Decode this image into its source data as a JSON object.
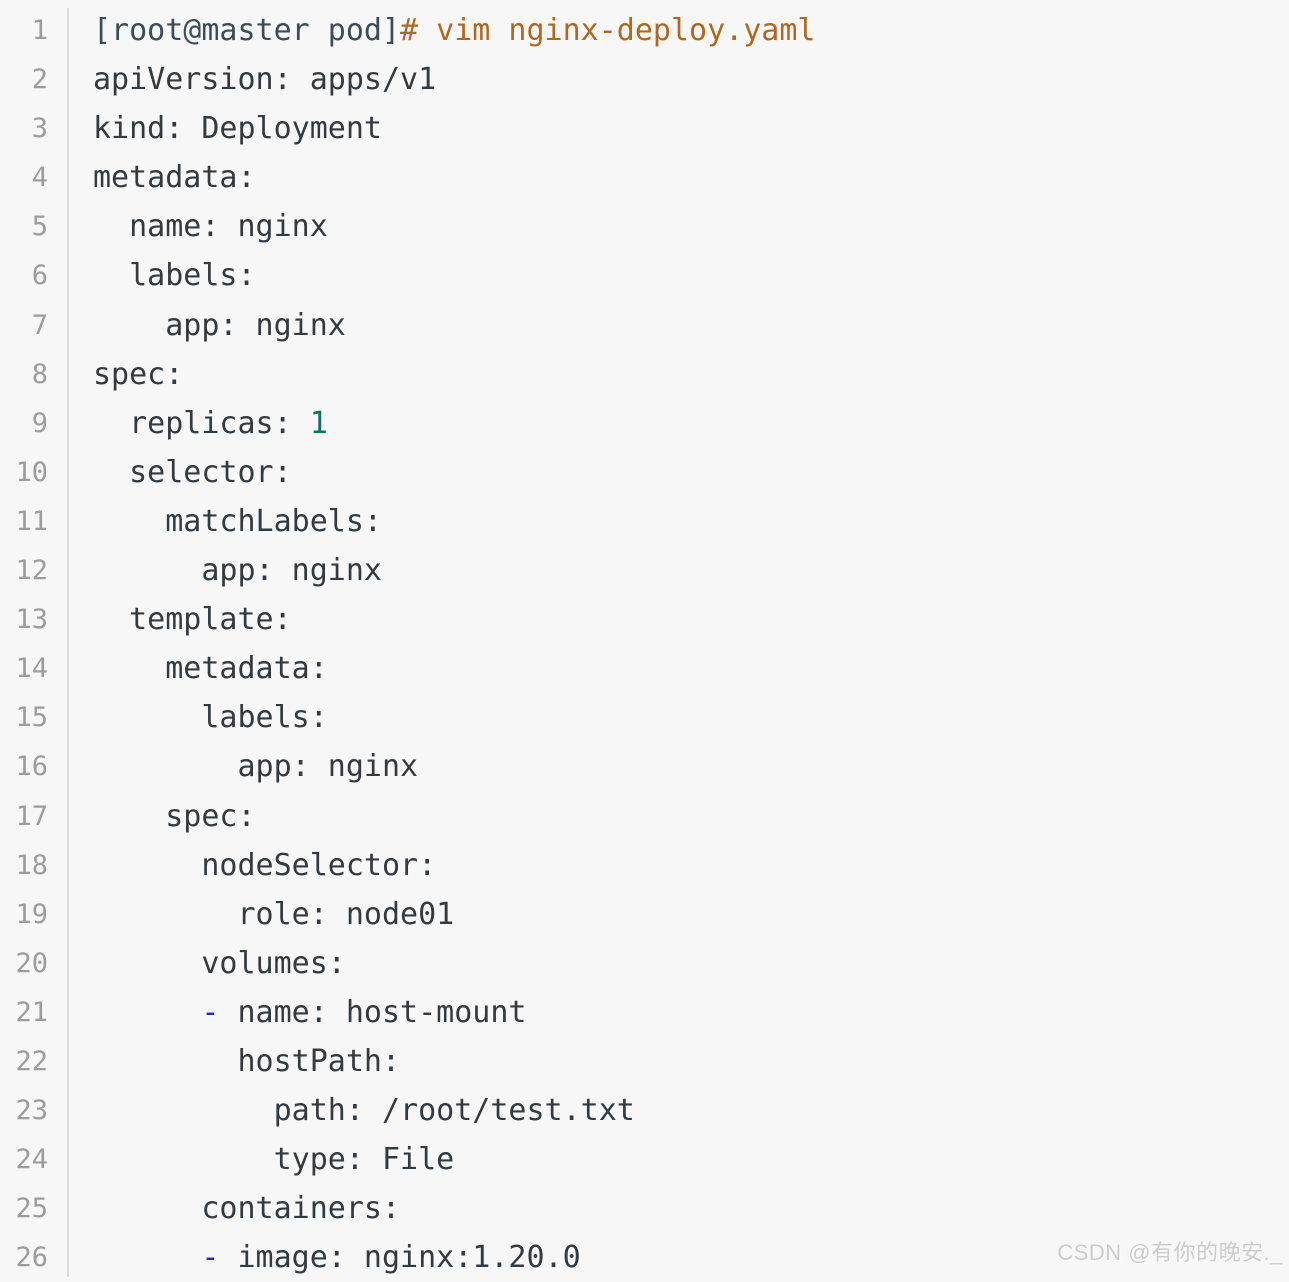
{
  "colors": {
    "bg": "#f7f7f8",
    "divider": "#dcdcdc",
    "line-number": "#9c9c9c",
    "code-default": "#333a40",
    "shell-prompt": "#3b4d56",
    "shell-command": "#b0681e",
    "yaml-number": "#0e735c",
    "yaml-bullet": "#2424d3",
    "watermark": "#cbcbcb"
  },
  "watermark": {
    "text": "CSDN @有你的晚安._"
  },
  "code": {
    "language": "yaml",
    "lines": [
      {
        "n": "1",
        "segs": [
          {
            "t": "[root@master pod]",
            "c": "prompt"
          },
          {
            "t": "# vim nginx-deploy.yaml",
            "c": "command"
          }
        ]
      },
      {
        "n": "2",
        "segs": [
          {
            "t": "apiVersion: apps/v1"
          }
        ]
      },
      {
        "n": "3",
        "segs": [
          {
            "t": "kind: Deployment"
          }
        ]
      },
      {
        "n": "4",
        "segs": [
          {
            "t": "metadata:"
          }
        ]
      },
      {
        "n": "5",
        "segs": [
          {
            "t": "  name: nginx"
          }
        ]
      },
      {
        "n": "6",
        "segs": [
          {
            "t": "  labels:"
          }
        ]
      },
      {
        "n": "7",
        "segs": [
          {
            "t": "    app: nginx"
          }
        ]
      },
      {
        "n": "8",
        "segs": [
          {
            "t": "spec:"
          }
        ]
      },
      {
        "n": "9",
        "segs": [
          {
            "t": "  replicas: "
          },
          {
            "t": "1",
            "c": "num"
          }
        ]
      },
      {
        "n": "10",
        "segs": [
          {
            "t": "  selector:"
          }
        ]
      },
      {
        "n": "11",
        "segs": [
          {
            "t": "    matchLabels:"
          }
        ]
      },
      {
        "n": "12",
        "segs": [
          {
            "t": "      app: nginx"
          }
        ]
      },
      {
        "n": "13",
        "segs": [
          {
            "t": "  template:"
          }
        ]
      },
      {
        "n": "14",
        "segs": [
          {
            "t": "    metadata:"
          }
        ]
      },
      {
        "n": "15",
        "segs": [
          {
            "t": "      labels:"
          }
        ]
      },
      {
        "n": "16",
        "segs": [
          {
            "t": "        app: nginx"
          }
        ]
      },
      {
        "n": "17",
        "segs": [
          {
            "t": "    spec:"
          }
        ]
      },
      {
        "n": "18",
        "segs": [
          {
            "t": "      nodeSelector:"
          }
        ]
      },
      {
        "n": "19",
        "segs": [
          {
            "t": "        role: node01"
          }
        ]
      },
      {
        "n": "20",
        "segs": [
          {
            "t": "      volumes:"
          }
        ]
      },
      {
        "n": "21",
        "segs": [
          {
            "t": "      "
          },
          {
            "t": "-",
            "c": "bullet"
          },
          {
            "t": " name: host-mount"
          }
        ]
      },
      {
        "n": "22",
        "segs": [
          {
            "t": "        hostPath:"
          }
        ]
      },
      {
        "n": "23",
        "segs": [
          {
            "t": "          path: /root/test.txt"
          }
        ]
      },
      {
        "n": "24",
        "segs": [
          {
            "t": "          type: File"
          }
        ]
      },
      {
        "n": "25",
        "segs": [
          {
            "t": "      containers:"
          }
        ]
      },
      {
        "n": "26",
        "segs": [
          {
            "t": "      "
          },
          {
            "t": "-",
            "c": "bullet"
          },
          {
            "t": " image: nginx:1.20.0"
          }
        ]
      }
    ]
  }
}
